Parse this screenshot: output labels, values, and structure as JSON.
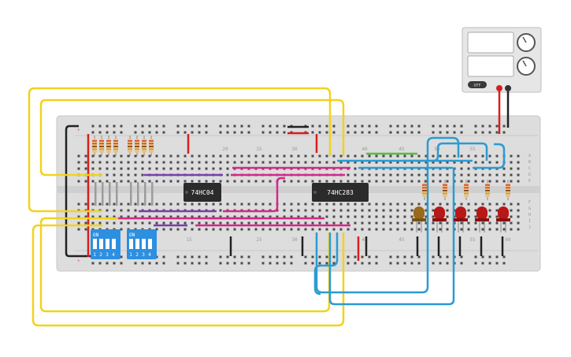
{
  "chips": [
    {
      "label": "74HC04"
    },
    {
      "label": "74HC283"
    }
  ],
  "column_numbers": {
    "top": [
      "20",
      "25",
      "30",
      "40",
      "45",
      "50",
      "55"
    ],
    "bottom": [
      "15",
      "25",
      "30",
      "40",
      "45",
      "55",
      "60"
    ]
  },
  "row_letters": {
    "top": [
      "A",
      "B",
      "C",
      "D",
      "E"
    ],
    "bottom": [
      "F",
      "G",
      "H",
      "I",
      "J"
    ]
  },
  "dip_switches": [
    {
      "on_label": "ON",
      "positions": [
        "1",
        "2",
        "3",
        "4"
      ]
    },
    {
      "on_label": "ON",
      "positions": [
        "1",
        "2",
        "3",
        "4"
      ]
    }
  ],
  "power_supply": {
    "button_label": "OFF"
  },
  "colors": {
    "breadboard": "#dcdcdc",
    "yellow_wire": "#f2d21e",
    "blue_wire": "#2b9bd3",
    "magenta_wire": "#d6288a",
    "purple_wire": "#7b3fa8",
    "green_wire": "#5cb845",
    "red_wire": "#d61f1f",
    "chip": "#2b2b2b",
    "dip_switch": "#2d8fe0",
    "led_red": "#b81818",
    "led_amber": "#9a6a1c"
  }
}
